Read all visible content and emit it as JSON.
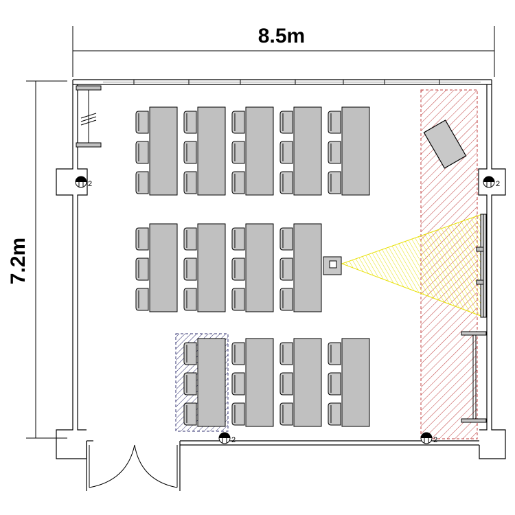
{
  "dimensions": {
    "width_label": "8.5m",
    "height_label": "7.2m"
  },
  "outlets": {
    "count_label": "2"
  },
  "legend_colors": {
    "wall": "#000000",
    "table_fill": "#c0c0c0",
    "chair_fill": "#c8c8c8",
    "stage_hatch": "#c04040",
    "projection_hatch": "#e8e000",
    "reserved_hatch": "#303070"
  },
  "layout": {
    "desk_rows": [
      {
        "units": 5
      },
      {
        "units": 4
      },
      {
        "units": 4
      }
    ],
    "chairs_per_desk": 3,
    "has_projector": true,
    "has_screen": true,
    "has_whiteboard": true,
    "has_double_door": true
  }
}
